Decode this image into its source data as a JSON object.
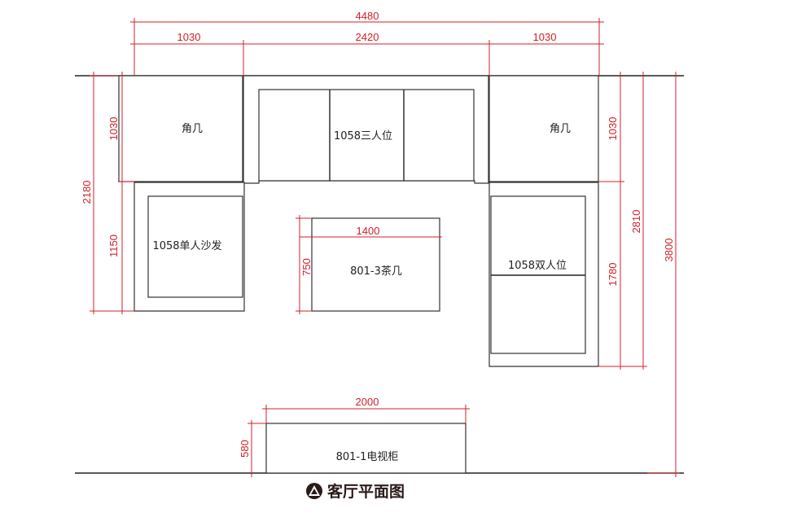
{
  "furniture": {
    "corner_left": "角几",
    "corner_right": "角几",
    "sofa_three": "1058三人位",
    "sofa_single": "1058单人沙发",
    "coffee_table": "801-3茶几",
    "sofa_double": "1058双人位",
    "tv_cabinet": "801-1电视柜"
  },
  "dimensions": {
    "total_width": "4480",
    "left_width": "1030",
    "middle_width": "2420",
    "right_width": "1030",
    "left_total_depth": "2180",
    "left_corner_depth": "1030",
    "single_sofa_depth": "1150",
    "right_corner_depth": "1030",
    "double_sofa_depth": "1780",
    "right_group_depth": "2810",
    "room_depth": "3800",
    "coffee_table_width": "1400",
    "coffee_table_depth": "750",
    "tv_width": "2000",
    "tv_depth": "580"
  },
  "caption": "客厅平面图",
  "colors": {
    "dimension": "#d0202a",
    "outline": "#333333",
    "caption": "#2a1a18"
  }
}
